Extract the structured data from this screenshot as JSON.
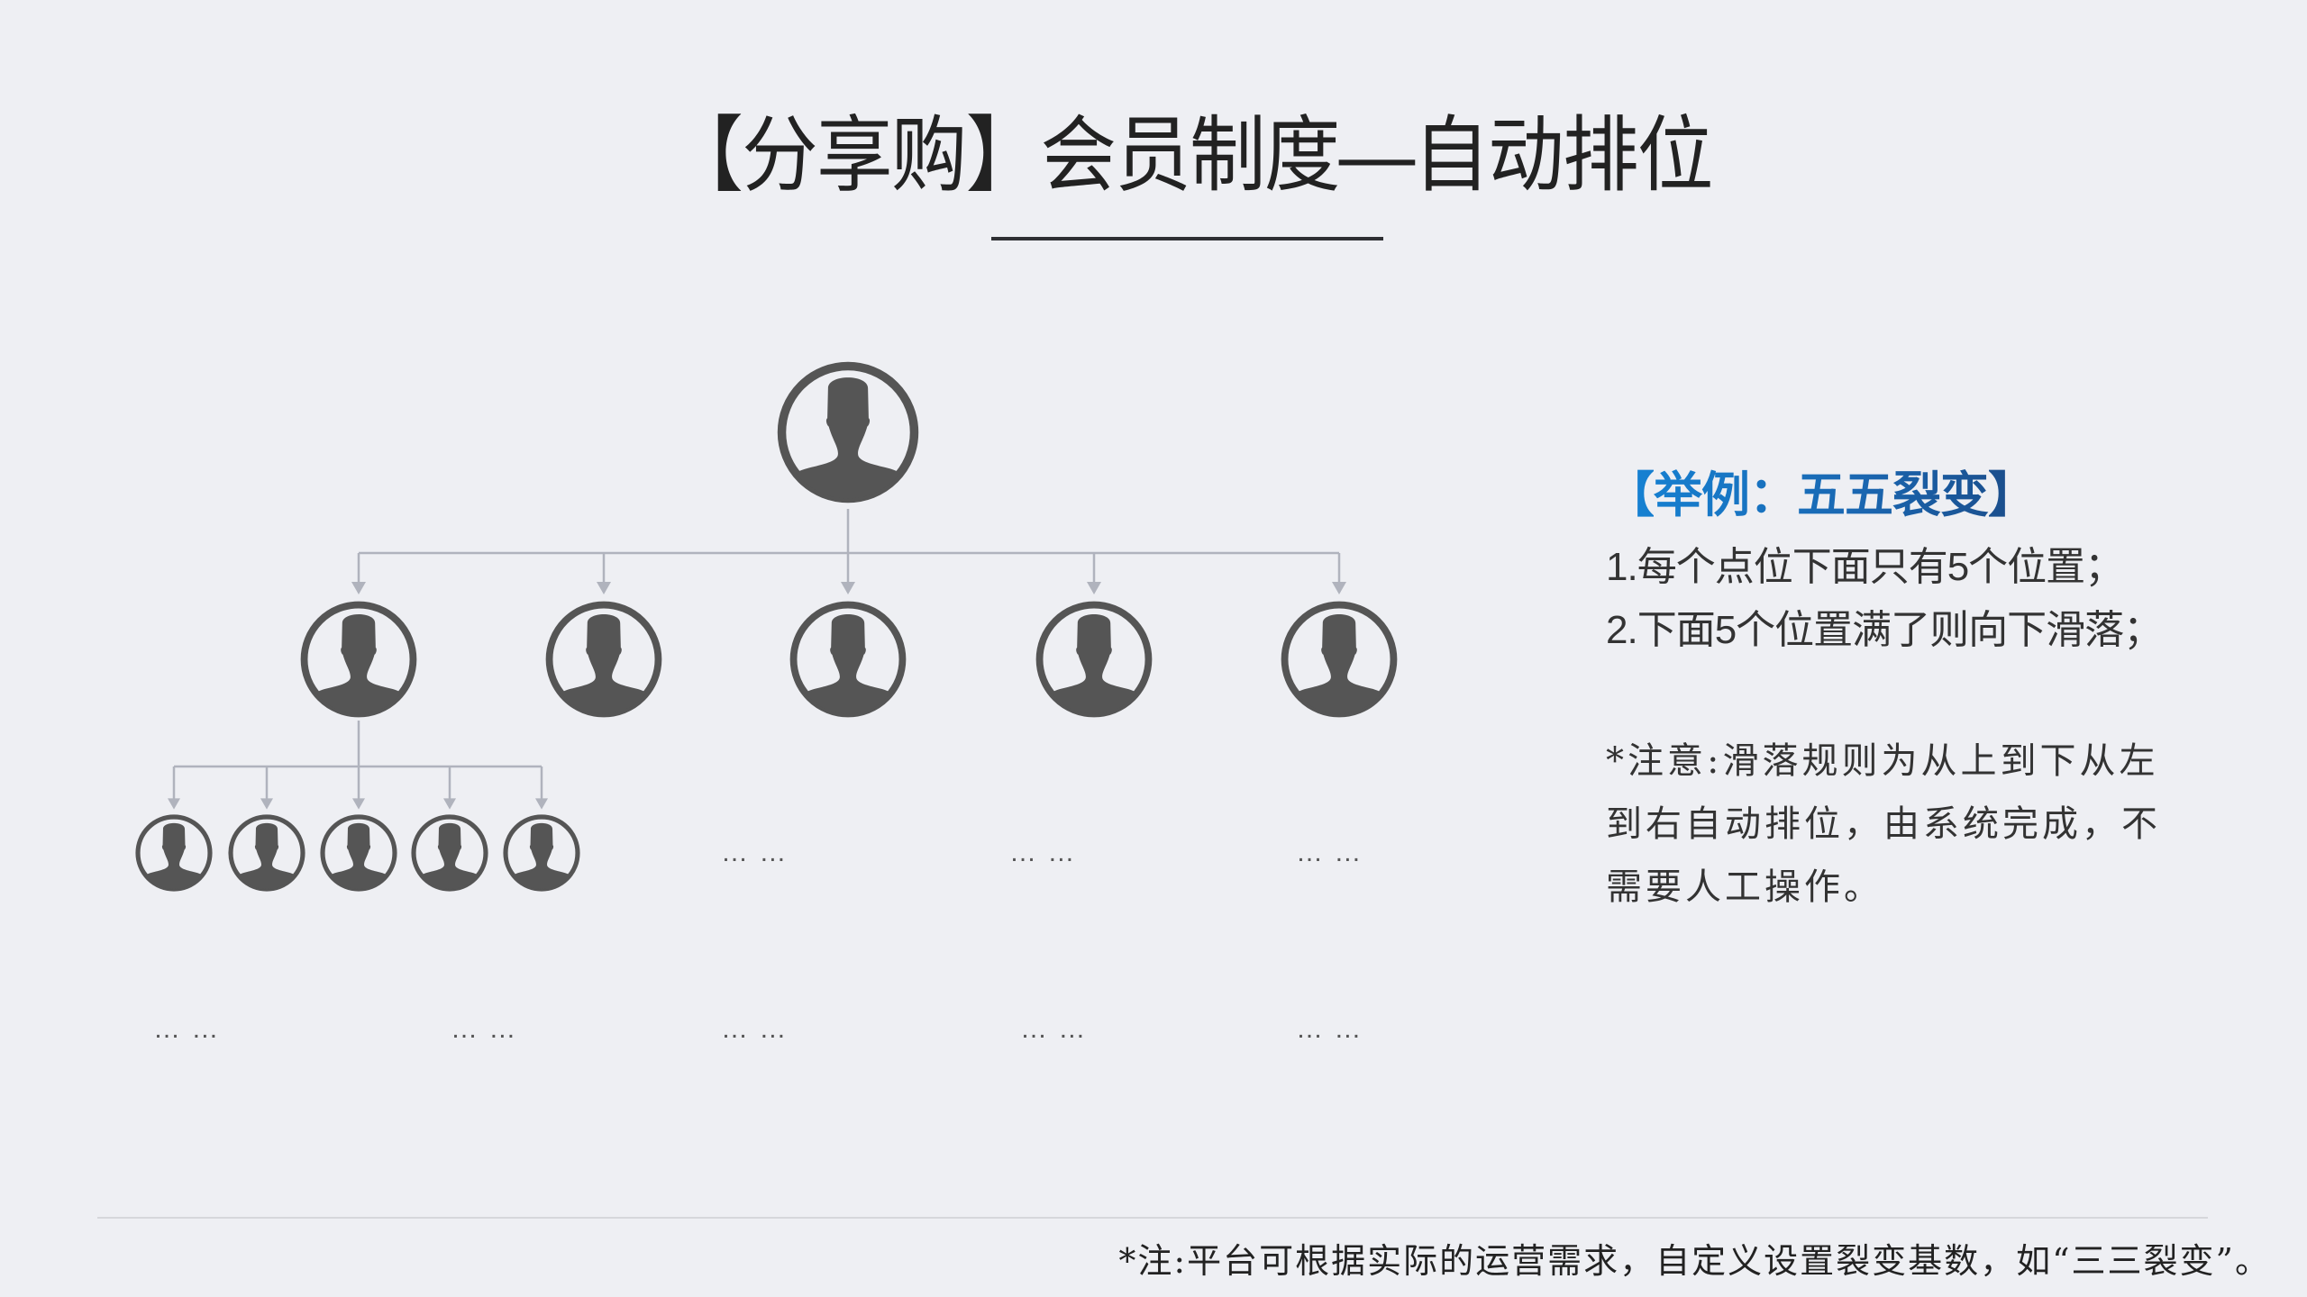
{
  "title": "【分享购】会员制度—自动排位",
  "colors": {
    "background": "#eeeff3",
    "avatar": "#555555",
    "connector": "#b0b3bd",
    "accent_blue": "#1a6fc0",
    "text": "#333333"
  },
  "diagram": {
    "root": {
      "icon": "user-avatar-icon"
    },
    "level2": {
      "count": 5,
      "icon": "user-avatar-icon"
    },
    "level3_first_group": {
      "count": 5,
      "icon": "user-avatar-icon"
    },
    "level3_placeholders": [
      "… …",
      "… …",
      "… …"
    ],
    "level4_placeholders": [
      "… …",
      "… …",
      "… …",
      "… …",
      "… …"
    ]
  },
  "example": {
    "heading": "【举例：五五裂变】",
    "rules": [
      "1.每个点位下面只有5个位置；",
      "2.下面5个位置满了则向下滑落；"
    ],
    "note": "*注意:滑落规则为从上到下从左到右自动排位，由系统完成，不需要人工操作。"
  },
  "footer": {
    "note": "*注:平台可根据实际的运营需求，自定义设置裂变基数，如“三三裂变”。"
  }
}
